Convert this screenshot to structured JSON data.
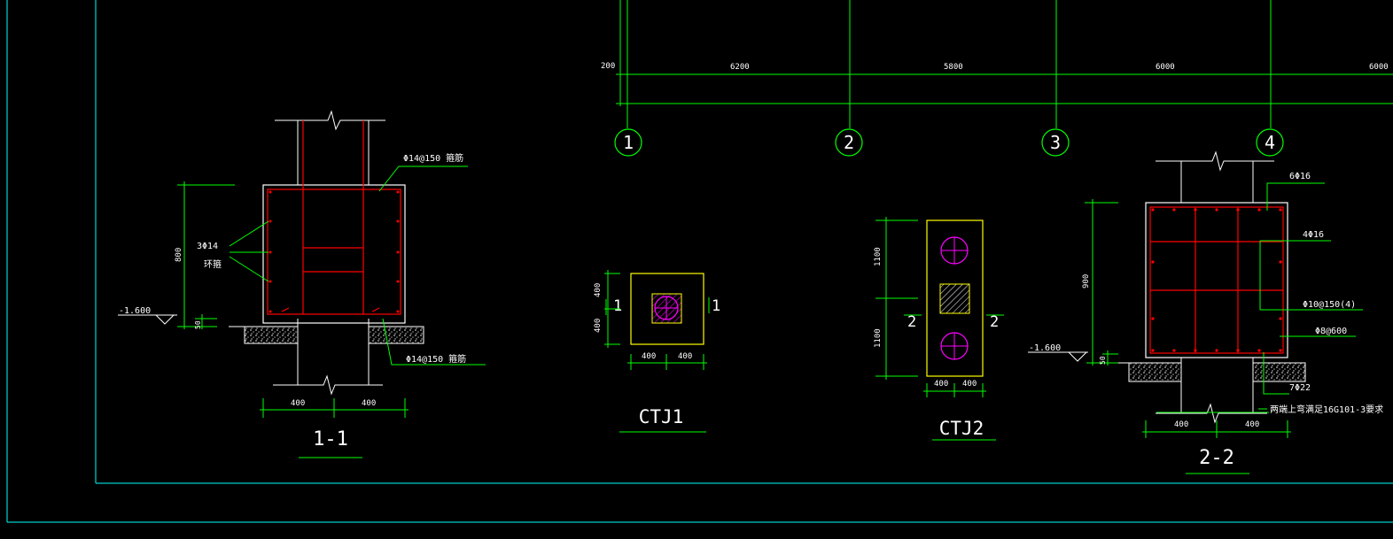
{
  "axes": {
    "bubble_labels": [
      "1",
      "2",
      "3",
      "4"
    ],
    "dimensions": [
      "200",
      "6200",
      "5800",
      "6000",
      "6000"
    ]
  },
  "section_1_1": {
    "title": "1-1",
    "callout_top": "Φ14@150 箍筋",
    "callout_left": "3Φ14",
    "callout_left_sub": "环箍",
    "callout_bottom": "Φ14@150 箍筋",
    "height_dim": "800",
    "small_dim": "50",
    "elevation": "-1.600",
    "width_dims": [
      "400",
      "400"
    ]
  },
  "ctj1": {
    "title": "CTJ1",
    "dims_v": [
      "400",
      "400"
    ],
    "dims_h": [
      "400",
      "400"
    ],
    "section_mark": "1"
  },
  "ctj2": {
    "title": "CTJ2",
    "dims_v": [
      "1100",
      "1100"
    ],
    "dims_h": [
      "400",
      "400"
    ],
    "section_mark": "2"
  },
  "section_2_2": {
    "title": "2-2",
    "callout_1": "6Φ16",
    "callout_2": "4Φ16",
    "callout_3": "Φ10@150(4)",
    "callout_4": "Φ8@600",
    "callout_5": "7Φ22",
    "callout_6": "两端上弯满足16G101-3要求",
    "height_dim": "900",
    "small_dim": "50",
    "elevation": "-1.600",
    "width_dims": [
      "400",
      "400"
    ]
  },
  "colors": {
    "background": "#000000",
    "grid": "#00ff00",
    "dimension": "#00ff00",
    "outline": "#ffffff",
    "rebar": "#ff0000",
    "pile_cap": "#ffff00",
    "pile": "#ff00ff",
    "frame": "#00ffff"
  }
}
